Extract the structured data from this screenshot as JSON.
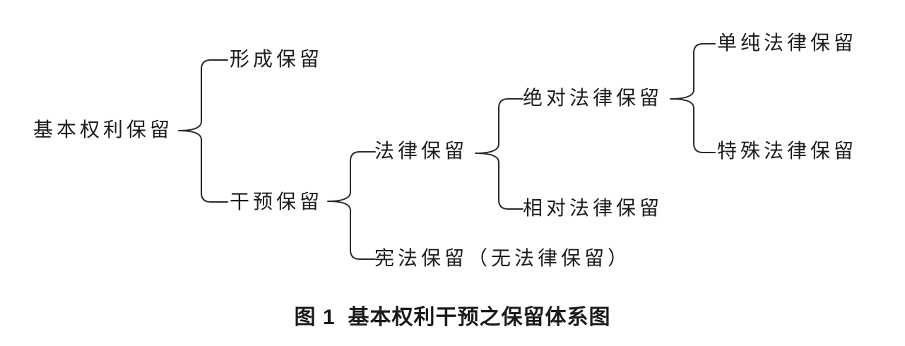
{
  "figure": {
    "caption_label": "图 1",
    "caption_title": "基本权利干预之保留体系图",
    "background_color": "#ffffff",
    "text_color": "#1c1c1c",
    "line_color": "#2a2a2a"
  },
  "tree": {
    "root": {
      "label": "基本权利保留",
      "children": [
        {
          "label": "形成保留"
        },
        {
          "label": "干预保留",
          "children": [
            {
              "label": "法律保留",
              "children": [
                {
                  "label": "绝对法律保留",
                  "children": [
                    {
                      "label": "单纯法律保留"
                    },
                    {
                      "label": "特殊法律保留"
                    }
                  ]
                },
                {
                  "label": "相对法律保留"
                }
              ]
            },
            {
              "label": "宪法保留（无法律保留）"
            }
          ]
        }
      ]
    }
  }
}
